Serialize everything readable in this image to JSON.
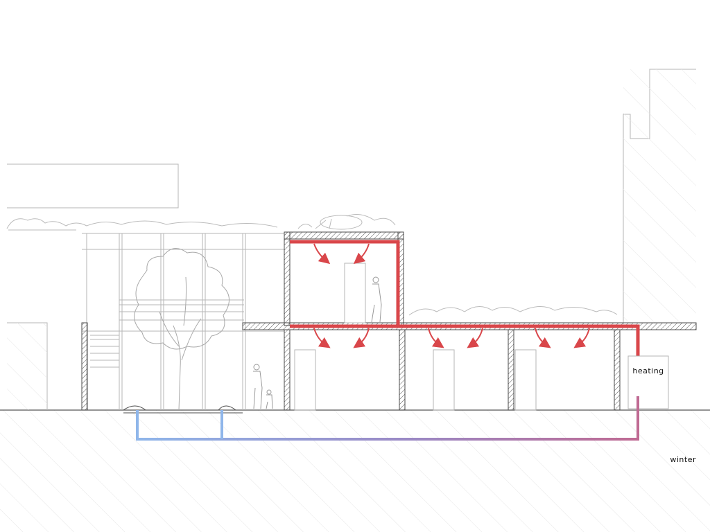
{
  "labels": {
    "heating": "heating",
    "season": "winter"
  },
  "colors": {
    "section_line": "#4a4a4a",
    "light_line": "#b5b5b5",
    "warm_duct": "#d9464a",
    "cold_pipe": "#8fb6ea",
    "return_pipe_end": "#c06a92",
    "background": "#ffffff"
  },
  "icons": [
    "tree-elevation",
    "person-adult",
    "person-child",
    "roof-vegetation",
    "air-outlet-arrow"
  ]
}
